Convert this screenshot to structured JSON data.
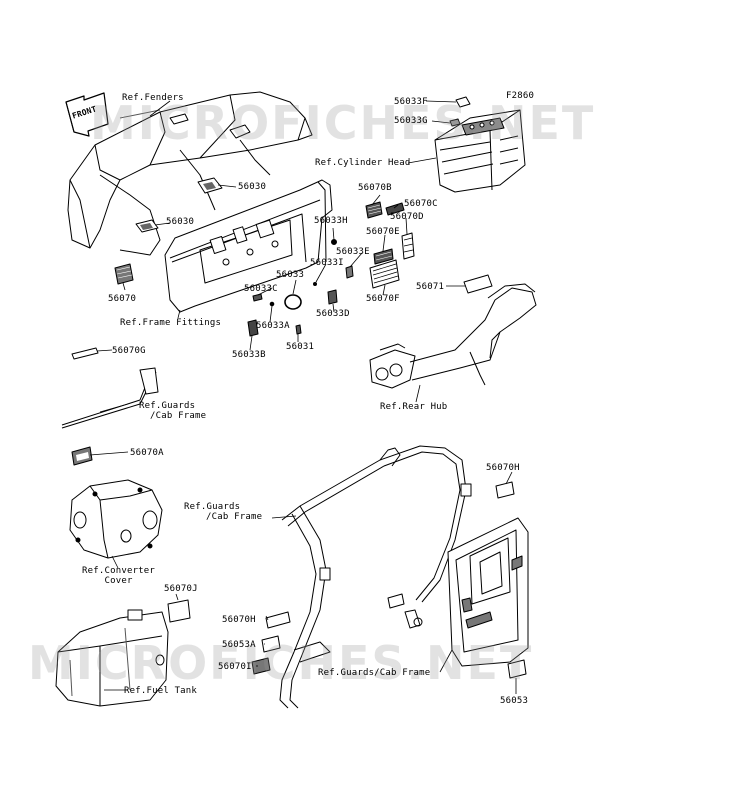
{
  "figure_code": "F2860",
  "watermark": "MICROFICHES.NET",
  "front_arrow_label": "FRONT",
  "references": {
    "fenders": "Ref.Fenders",
    "cylinder_head": "Ref.Cylinder Head",
    "frame_fittings": "Ref.Frame Fittings",
    "guards_cab_1_line1": "Ref.Guards",
    "guards_cab_1_line2": "/Cab Frame",
    "rear_hub": "Ref.Rear Hub",
    "converter_line1": "Ref.Converter",
    "converter_line2": "Cover",
    "guards_cab_2_line1": "Ref.Guards",
    "guards_cab_2_line2": "/Cab Frame",
    "fuel_tank": "Ref.Fuel Tank",
    "guards_cab_3": "Ref.Guards/Cab Frame"
  },
  "parts": {
    "p56033F": "56033F",
    "p56033G": "56033G",
    "p56030a": "56030",
    "p56030b": "56030",
    "p56070B": "56070B",
    "p56070C": "56070C",
    "p56070D": "56070D",
    "p56033H": "56033H",
    "p56070E": "56070E",
    "p56033E": "56033E",
    "p56033I": "56033I",
    "p56033": "56033",
    "p56033C": "56033C",
    "p56070": "56070",
    "p56071": "56071",
    "p56070F": "56070F",
    "p56033D": "56033D",
    "p56033A": "56033A",
    "p56031": "56031",
    "p56033B": "56033B",
    "p56070G": "56070G",
    "p56070A": "56070A",
    "p56070H_top": "56070H",
    "p56070J": "56070J",
    "p56070H_mid": "56070H",
    "p56053A": "56053A",
    "p56070I": "56070I",
    "p56053": "56053"
  }
}
